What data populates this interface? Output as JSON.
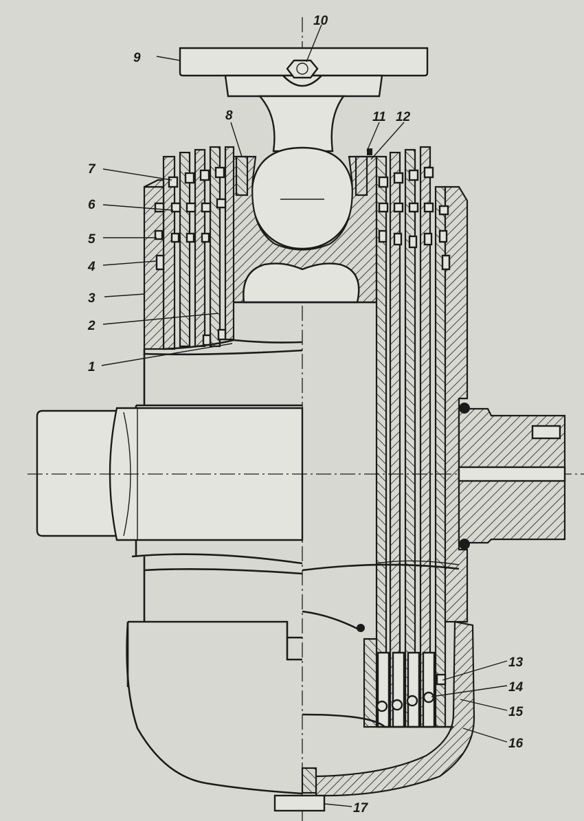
{
  "diagram": {
    "callouts": [
      {
        "id": "c1",
        "text": "1"
      },
      {
        "id": "c2",
        "text": "2"
      },
      {
        "id": "c3",
        "text": "3"
      },
      {
        "id": "c4",
        "text": "4"
      },
      {
        "id": "c5",
        "text": "5"
      },
      {
        "id": "c6",
        "text": "6"
      },
      {
        "id": "c7",
        "text": "7"
      },
      {
        "id": "c8",
        "text": "8"
      },
      {
        "id": "c9",
        "text": "9"
      },
      {
        "id": "c10",
        "text": "10"
      },
      {
        "id": "c11",
        "text": "11"
      },
      {
        "id": "c12",
        "text": "12"
      },
      {
        "id": "c13",
        "text": "13"
      },
      {
        "id": "c14",
        "text": "14"
      },
      {
        "id": "c15",
        "text": "15"
      },
      {
        "id": "c16",
        "text": "16"
      },
      {
        "id": "c17",
        "text": "17"
      }
    ],
    "colors": {
      "paper": "#d8d8d2",
      "ink": "#1b1b1b"
    }
  }
}
